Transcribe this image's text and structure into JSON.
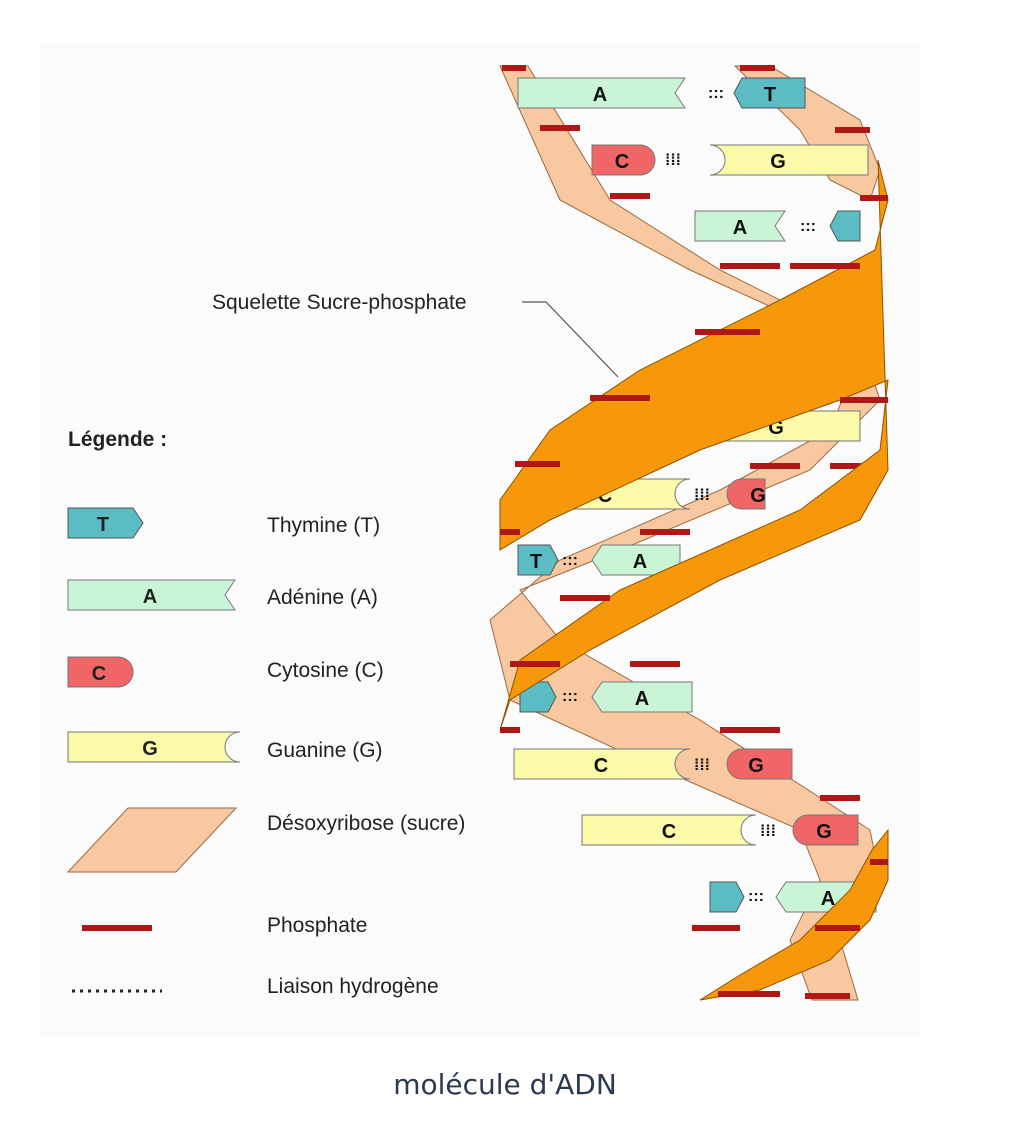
{
  "legend": {
    "title": "Légende :",
    "items": [
      {
        "key": "thymine",
        "letter": "T",
        "label": "Thymine (T)",
        "color": "#5bbcc4"
      },
      {
        "key": "adenine",
        "letter": "A",
        "label": "Adénine (A)",
        "color": "#c9f5d6"
      },
      {
        "key": "cytosine",
        "letter": "C",
        "label": "Cytosine (C)",
        "color": "#f06666"
      },
      {
        "key": "guanine",
        "letter": "G",
        "label": "Guanine (G)",
        "color": "#fafaa8"
      },
      {
        "key": "sugar",
        "label": "Désoxyribose (sucre)",
        "color": "#f8c8a0"
      },
      {
        "key": "phosphate",
        "label": "Phosphate",
        "color": "#b01818"
      },
      {
        "key": "hbond",
        "label": "Liaison hydrogène"
      }
    ]
  },
  "annotation": "Squelette Sucre-phosphate",
  "strand_colors": {
    "front": "#f7980a",
    "back": "#f8c8a0",
    "phosphate": "#b01818"
  },
  "caption": "molécule d'ADN"
}
